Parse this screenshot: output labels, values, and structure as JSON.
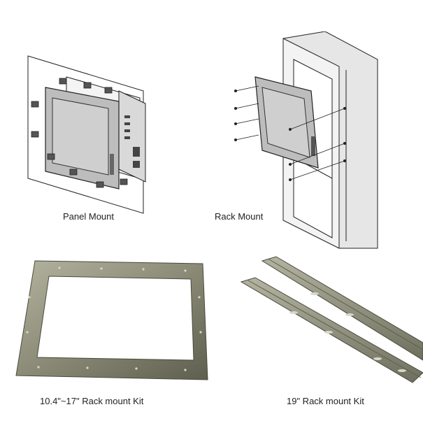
{
  "captions": {
    "panel_mount": "Panel Mount",
    "rack_mount": "Rack Mount",
    "rack_kit_small": "10.4\"~17\" Rack mount Kit",
    "rack_kit_19": "19\" Rack mount Kit"
  },
  "colors": {
    "line": "#222222",
    "cabinet_fill": "#e6e6e6",
    "screen_fill": "#cfcfcf",
    "kit_metal": "#8a8a76",
    "kit_metal_light": "#b3b3a0",
    "kit_metal_dark": "#5f5f50"
  }
}
